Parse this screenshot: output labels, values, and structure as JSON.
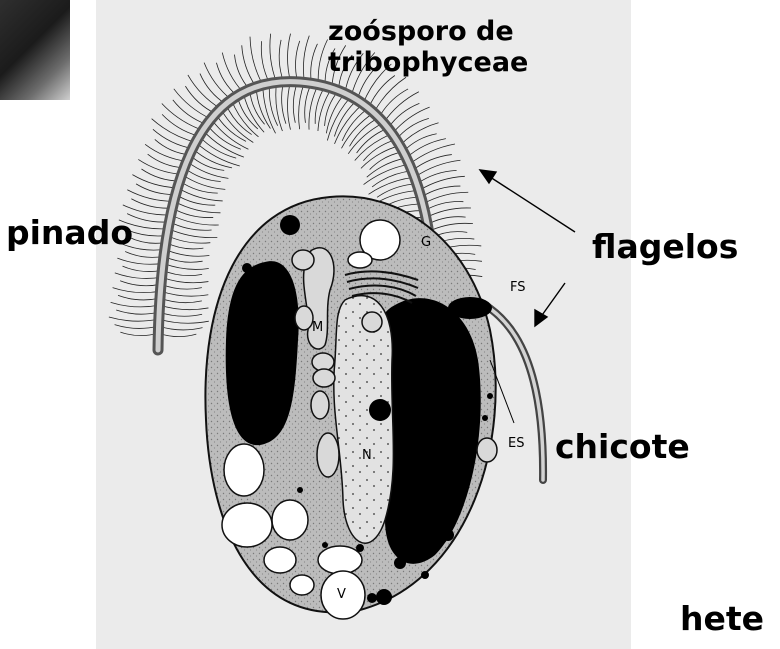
{
  "title": {
    "line1": "zoósporo de",
    "line2": "tribophyceae"
  },
  "labels": {
    "pinado": "pinado",
    "flagelos": "flagelos",
    "chicote": "chicote",
    "partial": "hete"
  },
  "structures": {
    "g": "G",
    "fs": "FS",
    "m": "M",
    "n": "N",
    "es": "ES",
    "v": "V"
  },
  "colors": {
    "panel": "#ebebeb",
    "cytoplasm": "#b9b9b9",
    "plastid": "#000000",
    "nucleus": "#dedede"
  }
}
